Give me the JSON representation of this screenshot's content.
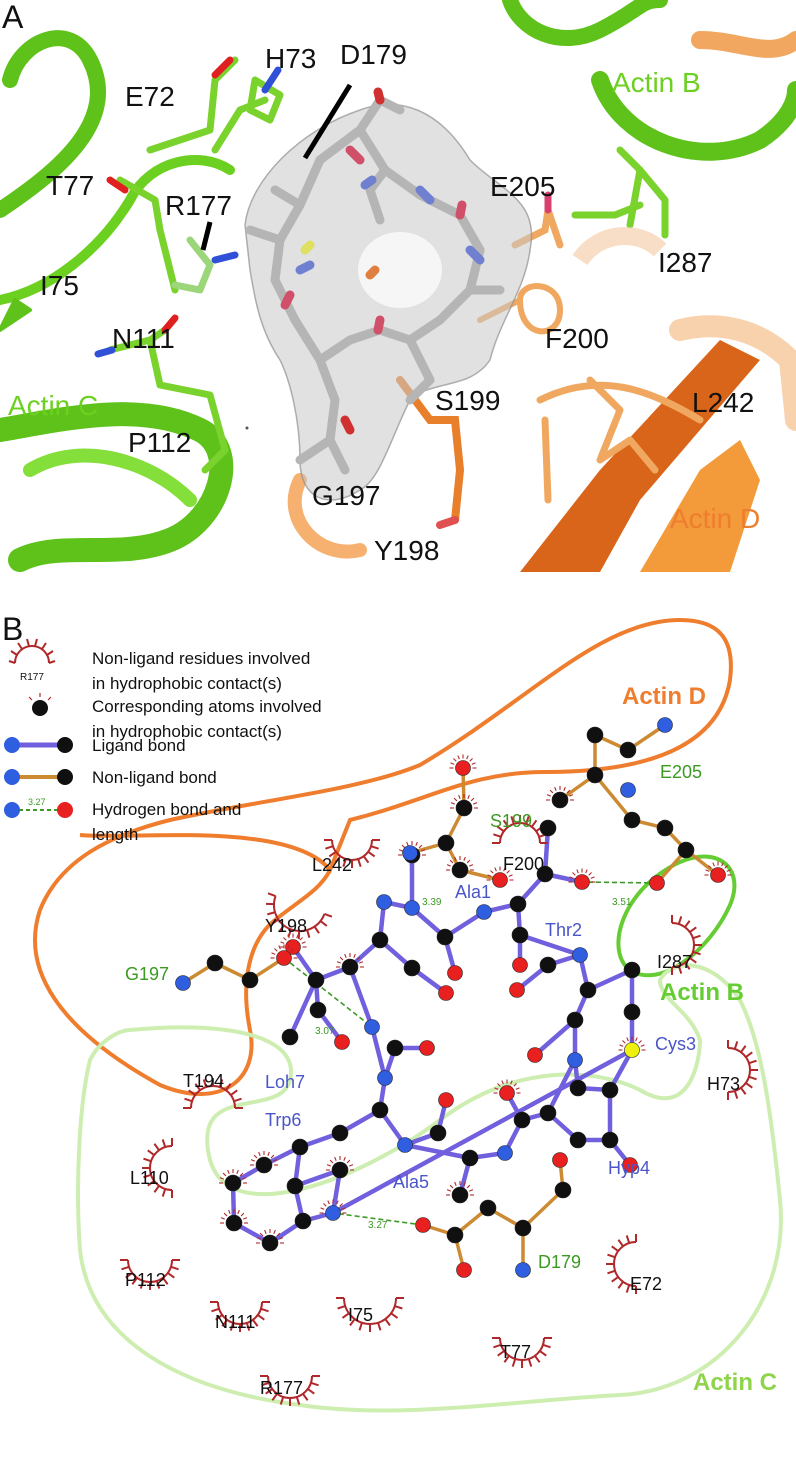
{
  "panel_a": {
    "letter": "A",
    "labels": {
      "e72": "E72",
      "h73": "H73",
      "d179": "D179",
      "t77": "T77",
      "r177": "R177",
      "i75": "I75",
      "n111": "N111",
      "p112": "P112",
      "actin_c": "Actin C",
      "actin_b": "Actin B",
      "e205": "E205",
      "i287": "I287",
      "f200": "F200",
      "s199": "S199",
      "l242": "L242",
      "g197": "G197",
      "y198": "Y198",
      "actin_d": "Actin D"
    }
  },
  "panel_b": {
    "letter": "B",
    "legend": {
      "hydrophobic_residue_line1": "Non-ligand residues involved",
      "hydrophobic_residue_line2": "in hydrophobic contact(s)",
      "example_residue": "R177",
      "atoms_line1": "Corresponding atoms involved",
      "atoms_line2": "in hydrophobic contact(s)",
      "ligand_bond": "Ligand bond",
      "nonligand_bond": "Non-ligand bond",
      "hbond_line1": "Hydrogen bond and",
      "hbond_line2": "length",
      "hbond_example": "3.27"
    },
    "regions": {
      "actin_d": "Actin D",
      "actin_b": "Actin B",
      "actin_c": "Actin C"
    },
    "ligand_residues": {
      "ala1": "Ala1",
      "thr2": "Thr2",
      "cys3": "Cys3",
      "hyp4": "Hyp4",
      "ala5": "Ala5",
      "trp6": "Trp6",
      "loh7": "Loh7"
    },
    "binding_residues": {
      "s199": "S199",
      "e205": "E205",
      "g197": "G197",
      "d179": "D179"
    },
    "contact_residues": {
      "l242": "L242",
      "f200": "F200",
      "y198": "Y198",
      "i287": "I287",
      "t194": "T194",
      "h73": "H73",
      "l110": "L110",
      "p112": "P112",
      "n111": "N111",
      "r177": "R177",
      "i75": "I75",
      "t77": "T77",
      "e72": "E72"
    },
    "hbonds": {
      "s199": "3.39",
      "e205": "3.51",
      "g197": "3.07",
      "d179": "3.27"
    },
    "colors": {
      "actin_d": "#ef7d2e",
      "actin_b": "#66cc33",
      "actin_c_line": "#cdeeb0",
      "actin_c_text": "#8fd44a",
      "ligand_bond": "#7060dd",
      "nonligand_bond": "#cc8a33",
      "ligand_label": "#4a55c8",
      "binding_label": "#3c9a24",
      "contact": "#b0282a",
      "oxygen": "#e82020",
      "nitrogen": "#2f5fe0",
      "carbon": "#101010",
      "sulfur": "#f0f010",
      "hbond": "#3c9a24"
    }
  }
}
